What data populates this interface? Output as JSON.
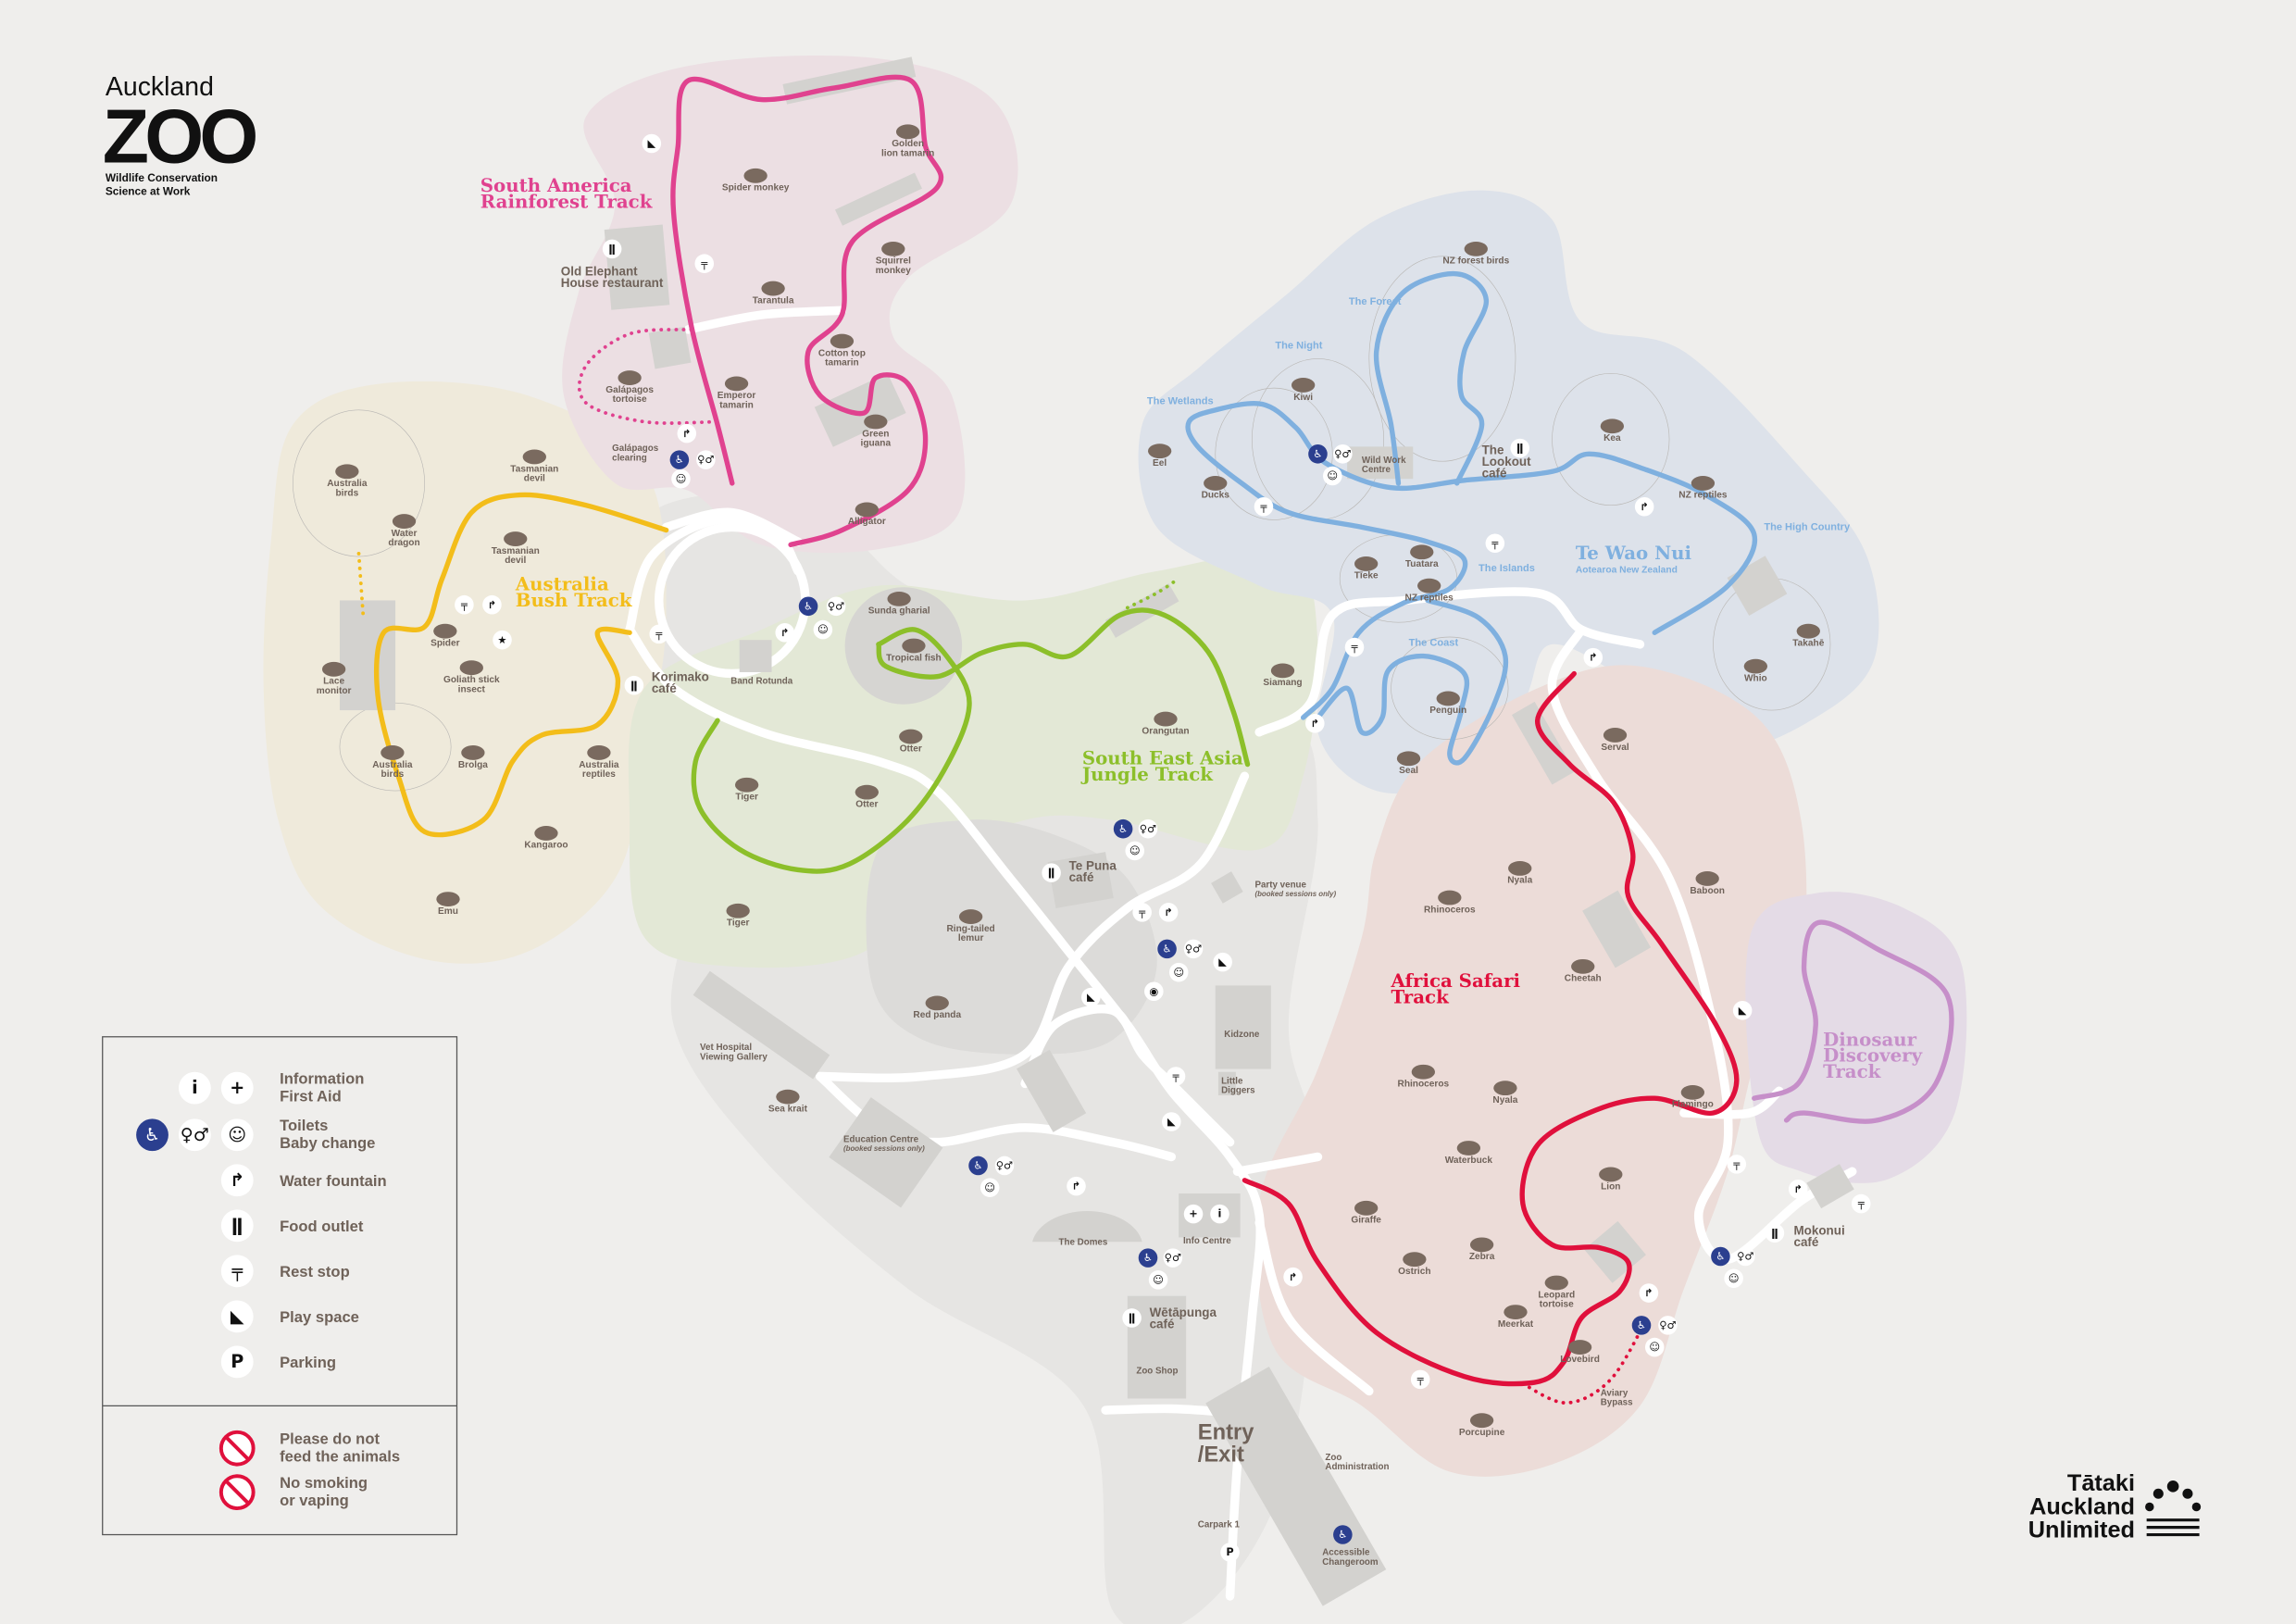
{
  "logo": {
    "line1": "Auckland",
    "line2": "ZOO",
    "tagline1": "Wildlife Conservation",
    "tagline2": "Science at Work"
  },
  "partner_logo": {
    "line1": "Tātaki",
    "line2": "Auckland",
    "line3": "Unlimited"
  },
  "colors": {
    "south_america": "#e0428f",
    "australia": "#f3bd1a",
    "jungle": "#8cbf2a",
    "te_wao_nui": "#7fb0df",
    "africa": "#e0103c",
    "dinosaur": "#c68fc9",
    "animal": "#7a6a5f"
  },
  "tracks": {
    "south_america": [
      "South America",
      "Rainforest Track"
    ],
    "australia": [
      "Australia",
      "Bush Track"
    ],
    "jungle": [
      "South East Asia",
      "Jungle Track"
    ],
    "te_wao_nui": [
      "Te Wao Nui",
      "Aotearoa New Zealand"
    ],
    "africa": [
      "Africa Safari",
      "Track"
    ],
    "dinosaur": [
      "Dinosaur",
      "Discovery",
      "Track"
    ]
  },
  "nz_zones": [
    "The Forest",
    "The Night",
    "The Wetlands",
    "The Islands",
    "The Coast",
    "The High Country"
  ],
  "animals": [
    [
      "Spider monkey"
    ],
    [
      "Golden",
      "lion tamarin"
    ],
    [
      "Squirrel",
      "monkey"
    ],
    [
      "Tarantula"
    ],
    [
      "Cotton top",
      "tamarin"
    ],
    [
      "Galápagos",
      "tortoise"
    ],
    [
      "Emperor",
      "tamarin"
    ],
    [
      "Green",
      "iguana"
    ],
    [
      "Alligator"
    ],
    [
      "Australia",
      "birds"
    ],
    [
      "Tasmanian",
      "devil"
    ],
    [
      "Water",
      "dragon"
    ],
    [
      "Tasmanian",
      "devil"
    ],
    [
      "Spider"
    ],
    [
      "Lace",
      "monitor"
    ],
    [
      "Goliath stick",
      "insect"
    ],
    [
      "Australia",
      "birds"
    ],
    [
      "Brolga"
    ],
    [
      "Australia",
      "reptiles"
    ],
    [
      "Kangaroo"
    ],
    [
      "Emu"
    ],
    [
      "Sunda gharial"
    ],
    [
      "Tropical fish"
    ],
    [
      "Otter"
    ],
    [
      "Otter"
    ],
    [
      "Tiger"
    ],
    [
      "Tiger"
    ],
    [
      "Orangutan"
    ],
    [
      "Siamang"
    ],
    [
      "Ring-tailed",
      "lemur"
    ],
    [
      "Red panda"
    ],
    [
      "Sea krait"
    ],
    [
      "NZ forest birds"
    ],
    [
      "Kiwi"
    ],
    [
      "Eel"
    ],
    [
      "Ducks"
    ],
    [
      "Kea"
    ],
    [
      "NZ reptiles"
    ],
    [
      "Tīeke"
    ],
    [
      "Tuatara"
    ],
    [
      "NZ reptiles"
    ],
    [
      "Penguin"
    ],
    [
      "Seal"
    ],
    [
      "Takahē"
    ],
    [
      "Whio"
    ],
    [
      "Serval"
    ],
    [
      "Nyala"
    ],
    [
      "Rhinoceros"
    ],
    [
      "Baboon"
    ],
    [
      "Cheetah"
    ],
    [
      "Rhinoceros"
    ],
    [
      "Nyala"
    ],
    [
      "Flamingo"
    ],
    [
      "Waterbuck"
    ],
    [
      "Lion"
    ],
    [
      "Giraffe"
    ],
    [
      "Ostrich"
    ],
    [
      "Zebra"
    ],
    [
      "Leopard",
      "tortoise"
    ],
    [
      "Meerkat"
    ],
    [
      "Lovebird"
    ],
    [
      "Porcupine"
    ]
  ],
  "places": [
    [
      "Old Elephant",
      "House restaurant"
    ],
    [
      "Galápagos",
      "clearing"
    ],
    [
      "Korimako",
      "café"
    ],
    [
      "Band Rotunda"
    ],
    [
      "Te Puna",
      "café"
    ],
    [
      "Wild Work",
      "Centre"
    ],
    [
      "The",
      "Lookout",
      "café"
    ],
    [
      "Kidzone"
    ],
    [
      "Little",
      "Diggers"
    ],
    [
      "Vet Hospital",
      "Viewing Gallery"
    ],
    [
      "The Domes"
    ],
    [
      "Info Centre"
    ],
    [
      "Wētāpunga",
      "café"
    ],
    [
      "Zoo Shop"
    ],
    [
      "Zoo",
      "Administration"
    ],
    [
      "Carpark 1"
    ],
    [
      "Accessible",
      "Changeroom"
    ],
    [
      "Mokonui",
      "café"
    ],
    [
      "Aviary",
      "Bypass"
    ],
    [
      "Entry",
      "/Exit"
    ]
  ],
  "booked_places": [
    {
      "name": "Party venue",
      "note": "(booked sessions only)"
    },
    {
      "name": "Education Centre",
      "note": "(booked sessions only)"
    }
  ],
  "legend": {
    "items": [
      {
        "icons": [
          "info-icon",
          "first-aid-icon"
        ],
        "labels": [
          "Information",
          "First Aid"
        ]
      },
      {
        "icons": [
          "accessible-icon",
          "toilets-icon",
          "baby-change-icon"
        ],
        "labels": [
          "Toilets",
          "Baby change"
        ]
      },
      {
        "icons": [
          "water-fountain-icon"
        ],
        "labels": [
          "Water fountain"
        ]
      },
      {
        "icons": [
          "food-outlet-icon"
        ],
        "labels": [
          "Food outlet"
        ]
      },
      {
        "icons": [
          "rest-stop-icon"
        ],
        "labels": [
          "Rest stop"
        ]
      },
      {
        "icons": [
          "play-space-icon"
        ],
        "labels": [
          "Play space"
        ]
      },
      {
        "icons": [
          "parking-icon"
        ],
        "labels": [
          "Parking"
        ]
      }
    ],
    "rules": [
      {
        "icon": "no-feeding-icon",
        "labels": [
          "Please do not",
          "feed the animals"
        ]
      },
      {
        "icon": "no-smoking-icon",
        "labels": [
          "No smoking",
          "or vaping"
        ]
      }
    ],
    "parking_letter": "P"
  }
}
